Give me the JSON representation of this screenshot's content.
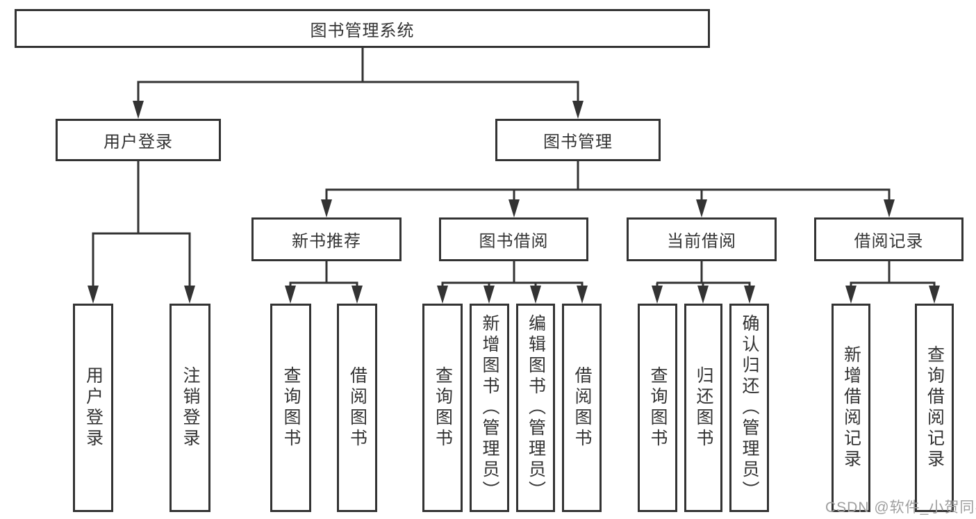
{
  "colors": {
    "line": "#333333",
    "text": "#333333",
    "background": "#ffffff",
    "watermark": "#9e9e9e"
  },
  "watermark": {
    "text": "CSDN @软件_小贺同学"
  },
  "tree": {
    "root": {
      "label": "图书管理系统",
      "children": [
        {
          "label": "用户登录",
          "children": [
            {
              "label": "用户登录"
            },
            {
              "label": "注销登录"
            }
          ]
        },
        {
          "label": "图书管理",
          "children": [
            {
              "label": "新书推荐",
              "children": [
                {
                  "label": "查询图书"
                },
                {
                  "label": "借阅图书"
                }
              ]
            },
            {
              "label": "图书借阅",
              "children": [
                {
                  "label": "查询图书"
                },
                {
                  "label": "新增图书（管理员）"
                },
                {
                  "label": "编辑图书（管理员）"
                },
                {
                  "label": "借阅图书"
                }
              ]
            },
            {
              "label": "当前借阅",
              "children": [
                {
                  "label": "查询图书"
                },
                {
                  "label": "归还图书"
                },
                {
                  "label": "确认归还（管理员）"
                }
              ]
            },
            {
              "label": "借阅记录",
              "children": [
                {
                  "label": "新增借阅记录"
                },
                {
                  "label": "查询借阅记录"
                }
              ]
            }
          ]
        }
      ]
    }
  }
}
